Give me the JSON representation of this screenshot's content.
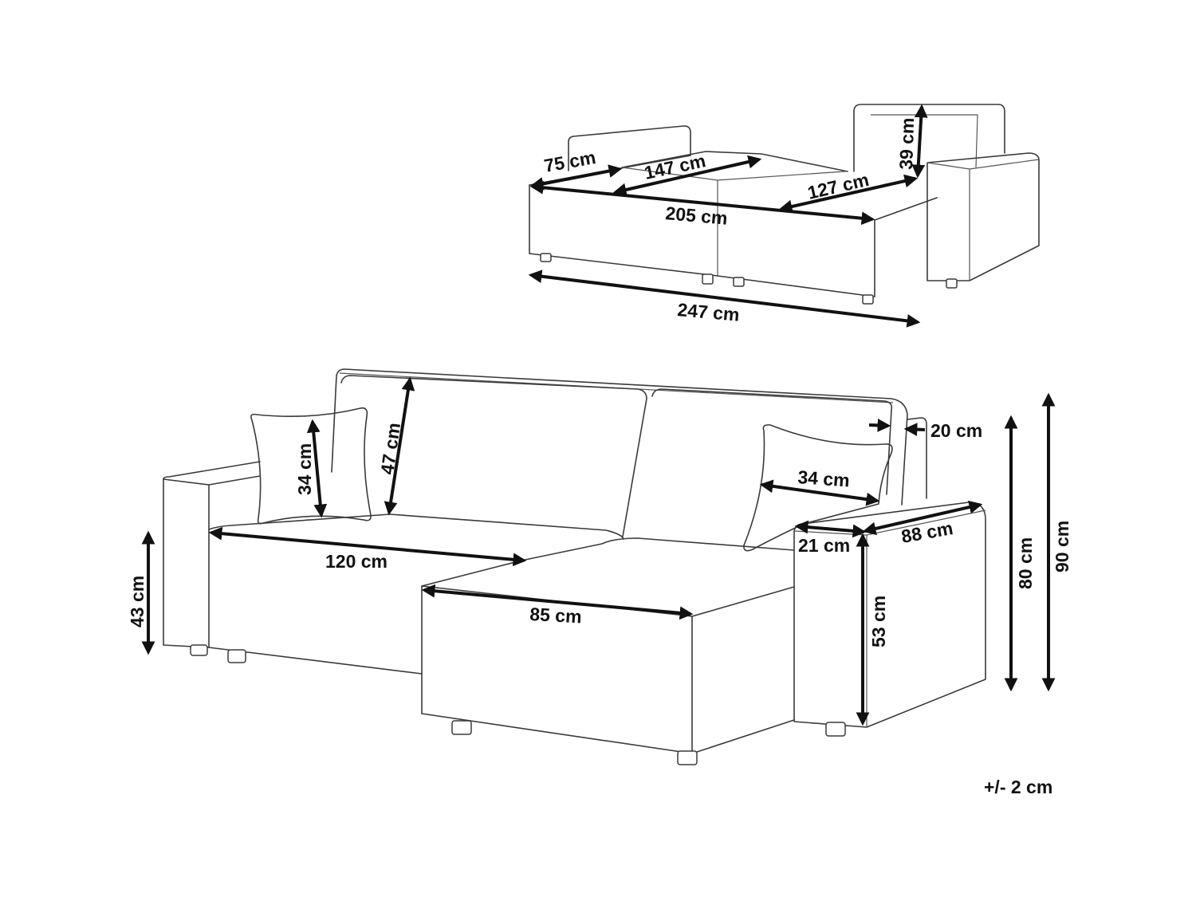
{
  "diagram": {
    "tolerance_note": "+/- 2 cm",
    "top_view": {
      "dimensions": {
        "armrest_depth": "75 cm",
        "seat_depth_full": "147 cm",
        "chaise_seat": "127 cm",
        "backrest_height": "39 cm",
        "seat_width": "205 cm",
        "total_width": "247 cm"
      }
    },
    "front_view": {
      "dimensions": {
        "backrest_height": "47 cm",
        "cushion_size": "34 cm",
        "cushion_width": "34 cm",
        "back_thickness": "20 cm",
        "seat_width": "120 cm",
        "chaise_width": "85 cm",
        "seat_height": "43 cm",
        "armrest_width": "21 cm",
        "chaise_length": "88 cm",
        "armrest_height": "53 cm",
        "back_height": "80 cm",
        "total_height": "90 cm"
      }
    }
  }
}
